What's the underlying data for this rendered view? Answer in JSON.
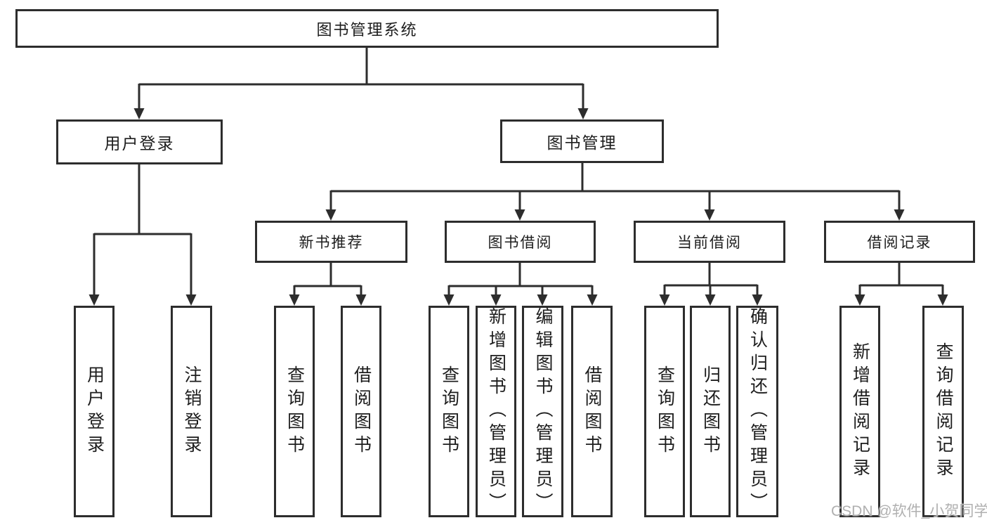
{
  "tree": {
    "root": {
      "label": "图书管理系统",
      "children": [
        {
          "label": "用户登录",
          "children": [
            {
              "label": "用户登录"
            },
            {
              "label": "注销登录"
            }
          ]
        },
        {
          "label": "图书管理",
          "children": [
            {
              "label": "新书推荐",
              "children": [
                {
                  "label": "查询图书"
                },
                {
                  "label": "借阅图书"
                }
              ]
            },
            {
              "label": "图书借阅",
              "children": [
                {
                  "label": "查询图书"
                },
                {
                  "label": "新增图书（管理员）"
                },
                {
                  "label": "编辑图书（管理员）"
                },
                {
                  "label": "借阅图书"
                }
              ]
            },
            {
              "label": "当前借阅",
              "children": [
                {
                  "label": "查询图书"
                },
                {
                  "label": "归还图书"
                },
                {
                  "label": "确认归还（管理员）"
                }
              ]
            },
            {
              "label": "借阅记录",
              "children": [
                {
                  "label": "新增借阅记录"
                },
                {
                  "label": "查询借阅记录"
                }
              ]
            }
          ]
        }
      ]
    }
  },
  "watermark": {
    "text": "CSDN @软件_小贺同学"
  },
  "colors": {
    "line": "#2d2d2d",
    "border": "#2d2d2d",
    "text": "#1d1d1d",
    "background": "#ffffff",
    "watermark": "#b0b0b0"
  }
}
